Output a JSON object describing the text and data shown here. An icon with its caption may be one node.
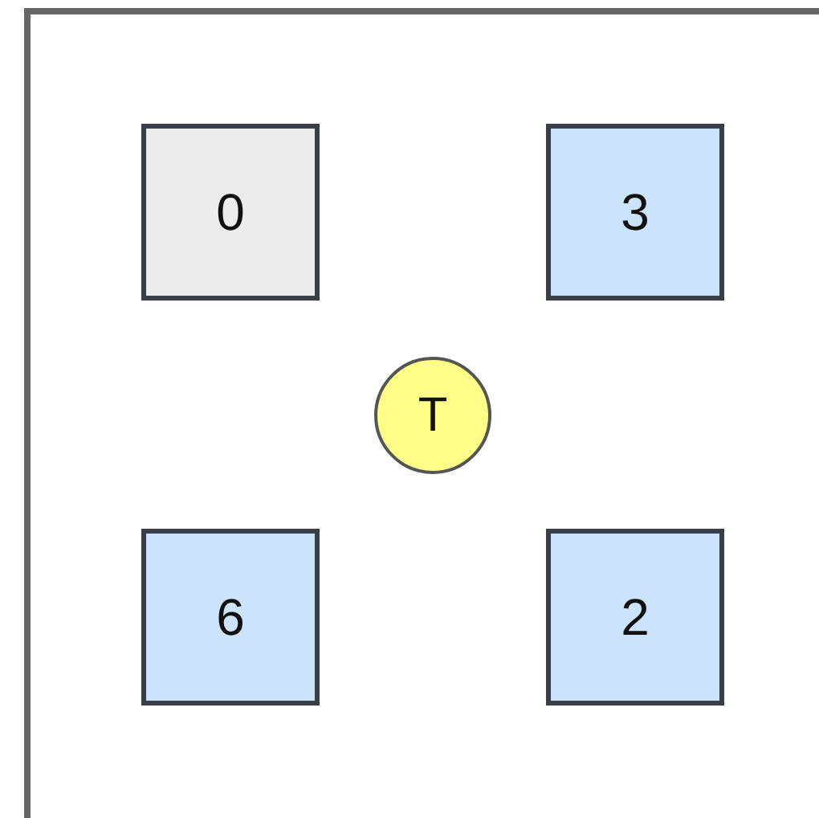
{
  "diagram": {
    "nodes": [
      {
        "text": [
          "0"
        ]
      },
      {
        "text": [
          "3"
        ]
      },
      {
        "text": [
          "T"
        ]
      },
      {
        "text": [
          "6"
        ]
      },
      {
        "text": [
          "2"
        ]
      }
    ]
  }
}
